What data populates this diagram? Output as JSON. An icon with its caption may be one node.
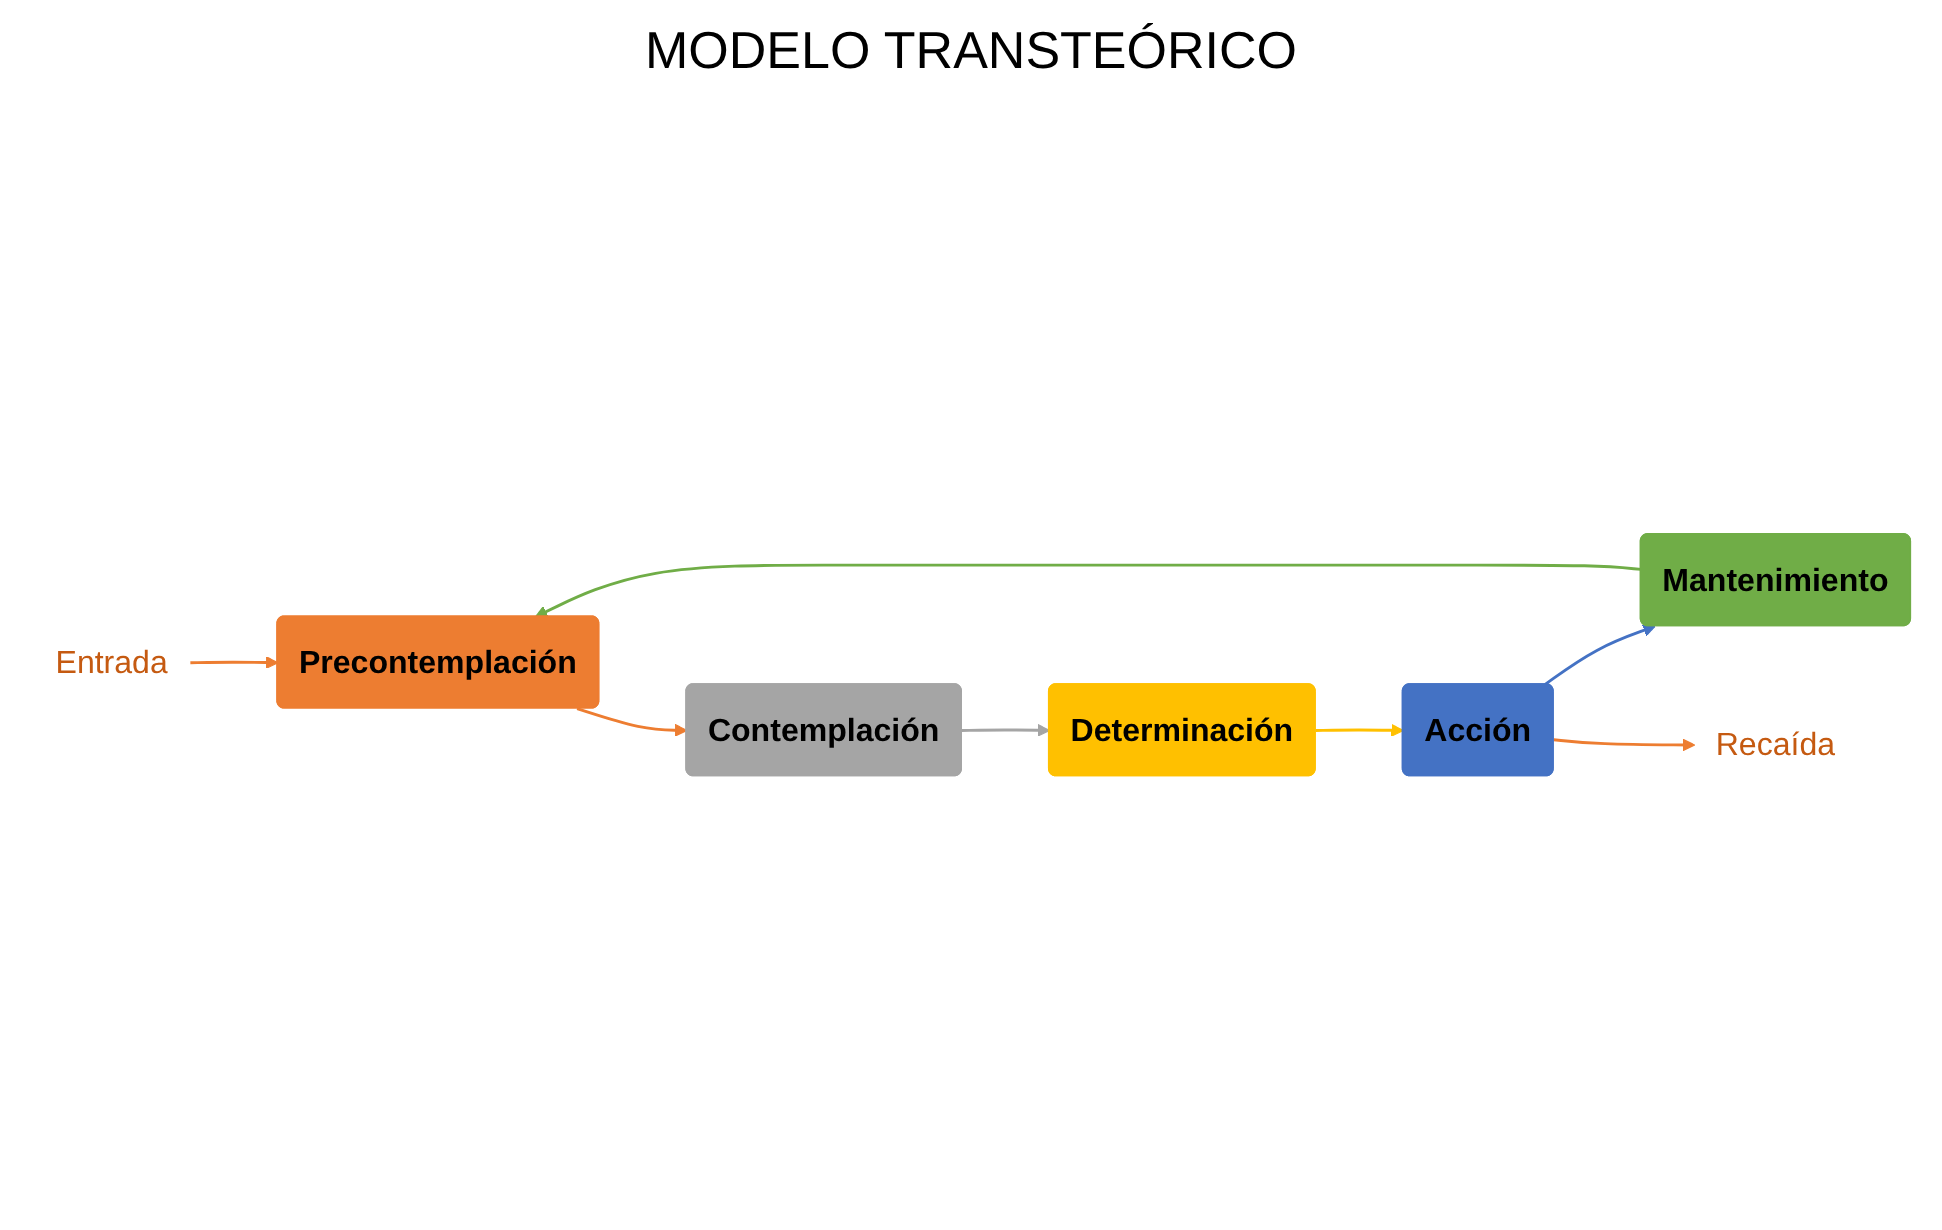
{
  "diagram": {
    "title": "MODELO TRANSTEÓRICO",
    "nodes": [
      {
        "text": [
          "Precontemplación"
        ]
      },
      {
        "text": [
          "Contemplación"
        ]
      },
      {
        "text": [
          "Determinación"
        ]
      },
      {
        "text": [
          "Acción"
        ]
      },
      {
        "text": [
          "Mantenimiento"
        ]
      },
      {
        "text": [
          "Entrada"
        ]
      },
      {
        "text": [
          "Recaída"
        ]
      }
    ],
    "edges": [
      {
        "from": 0,
        "to": 1,
        "arrow": "to",
        "color": "#ed7d31"
      },
      {
        "from": 1,
        "to": 2,
        "arrow": "to",
        "color": "#a5a5a5"
      },
      {
        "from": 2,
        "to": 3,
        "arrow": "to",
        "color": "#ffc000"
      },
      {
        "from": 3,
        "to": 4,
        "arrow": "to",
        "color": "#4472c4"
      },
      {
        "from": 4,
        "to": 0,
        "arrow": "to",
        "color": "#70ad47"
      },
      {
        "from": 5,
        "to": 0,
        "arrow": "to",
        "color": "#ed7d31"
      },
      {
        "from": 3,
        "to": 6,
        "arrow": "to",
        "color": "#ed7d31"
      }
    ]
  }
}
